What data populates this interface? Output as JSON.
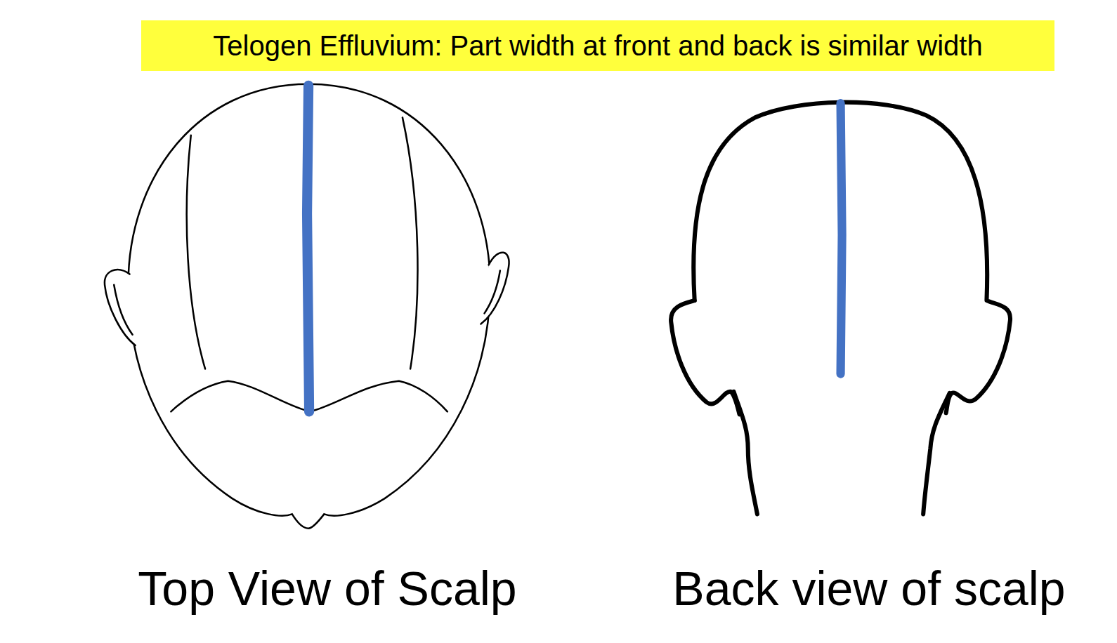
{
  "diagram": {
    "nodes": [
      {
        "text": [
          "Telogen Effluvium: Part width at front and back is similar width"
        ]
      }
    ],
    "labels": [
      "Top View of Scalp",
      "Back view of scalp"
    ]
  }
}
